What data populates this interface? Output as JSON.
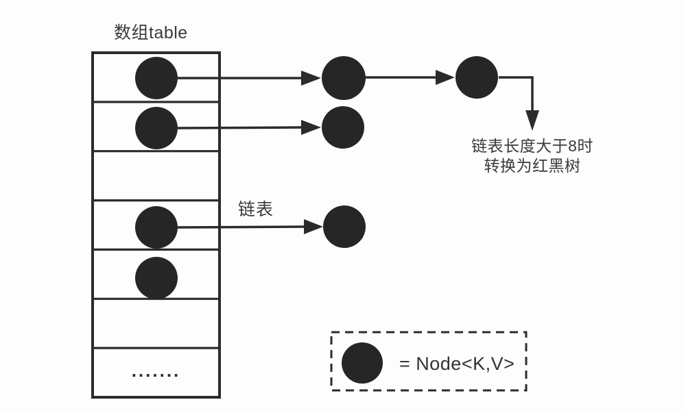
{
  "title": "数组table",
  "labels": {
    "linked_list": "链表",
    "treeify_line1": "链表长度大于8时",
    "treeify_line2": "转换为红黑树"
  },
  "array": {
    "row_count": 7,
    "rows_with_node": [
      1,
      2,
      4,
      5
    ],
    "ellipsis": "......."
  },
  "chains": [
    {
      "bucket_row": 1,
      "external_nodes": 2,
      "arrow_to_note": true
    },
    {
      "bucket_row": 2,
      "external_nodes": 1
    },
    {
      "bucket_row": 4,
      "external_nodes": 1,
      "label": "链表"
    },
    {
      "bucket_row": 5,
      "external_nodes": 0
    }
  ],
  "legend": {
    "text": "= Node<K,V>"
  },
  "colors": {
    "ink": "#2b2b2b",
    "node_fill": "#262626",
    "text": "#3a3a3a",
    "background": "#fdfdfd"
  }
}
